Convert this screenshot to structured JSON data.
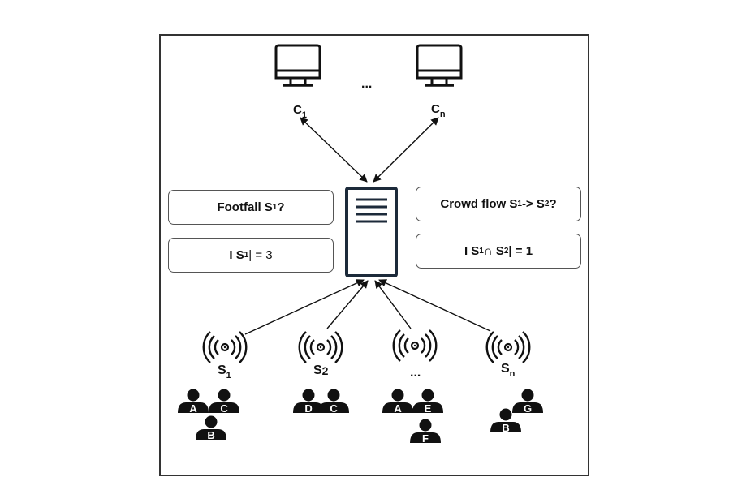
{
  "clients": [
    {
      "name": "C",
      "sub": "1"
    },
    {
      "name": "C",
      "sub": "n"
    }
  ],
  "client_ellipsis": "...",
  "queries": {
    "left_question": {
      "prefix": "Footfall S",
      "sub": "1",
      "suffix": "?"
    },
    "left_answer": {
      "prefix": "I S",
      "sub": "1",
      "suffix": " | = 3"
    },
    "right_question": {
      "prefix": "Crowd flow S",
      "sub1": "1",
      "mid": " -> S",
      "sub2": "2",
      "suffix": "?"
    },
    "right_answer": {
      "prefix": "I S",
      "sub1": "1",
      "mid": " ∩ S",
      "sub2": "2",
      "suffix": " | = 1"
    }
  },
  "sensors": [
    {
      "name": "S",
      "sub": "1"
    },
    {
      "name": "S",
      "sub": "2"
    },
    {
      "name": "...",
      "sub": ""
    },
    {
      "name": "S",
      "sub": "n"
    }
  ],
  "people_groups": [
    [
      "A",
      "C",
      "B"
    ],
    [
      "D",
      "C"
    ],
    [
      "A",
      "E",
      "F"
    ],
    [
      "B",
      "G"
    ]
  ],
  "icons": [
    "monitor-icon",
    "server-icon",
    "antenna-icon",
    "person-icon"
  ]
}
